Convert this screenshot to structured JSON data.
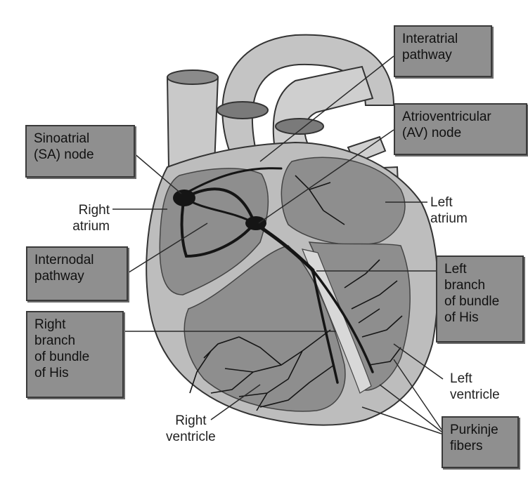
{
  "labels": {
    "interatrial_pathway": "Interatrial\npathway",
    "av_node": "Atrioventricular\n(AV) node",
    "sa_node": "Sinoatrial\n(SA) node",
    "right_atrium": "Right\natrium",
    "left_atrium": "Left\natrium",
    "internodal_pathway": "Internodal\npathway",
    "left_branch_bundle_his": "Left\nbranch\nof bundle\nof His",
    "right_branch_bundle_his": "Right\nbranch\nof bundle\nof His",
    "left_ventricle": "Left\nventricle",
    "right_ventricle": "Right\nventricle",
    "purkinje_fibers": "Purkinje\nfibers"
  },
  "colors": {
    "label_box": "#8f8f8f",
    "heart_wall": "#b9b9b9",
    "chamber": "#8d8d8d",
    "conduction": "#151515"
  }
}
